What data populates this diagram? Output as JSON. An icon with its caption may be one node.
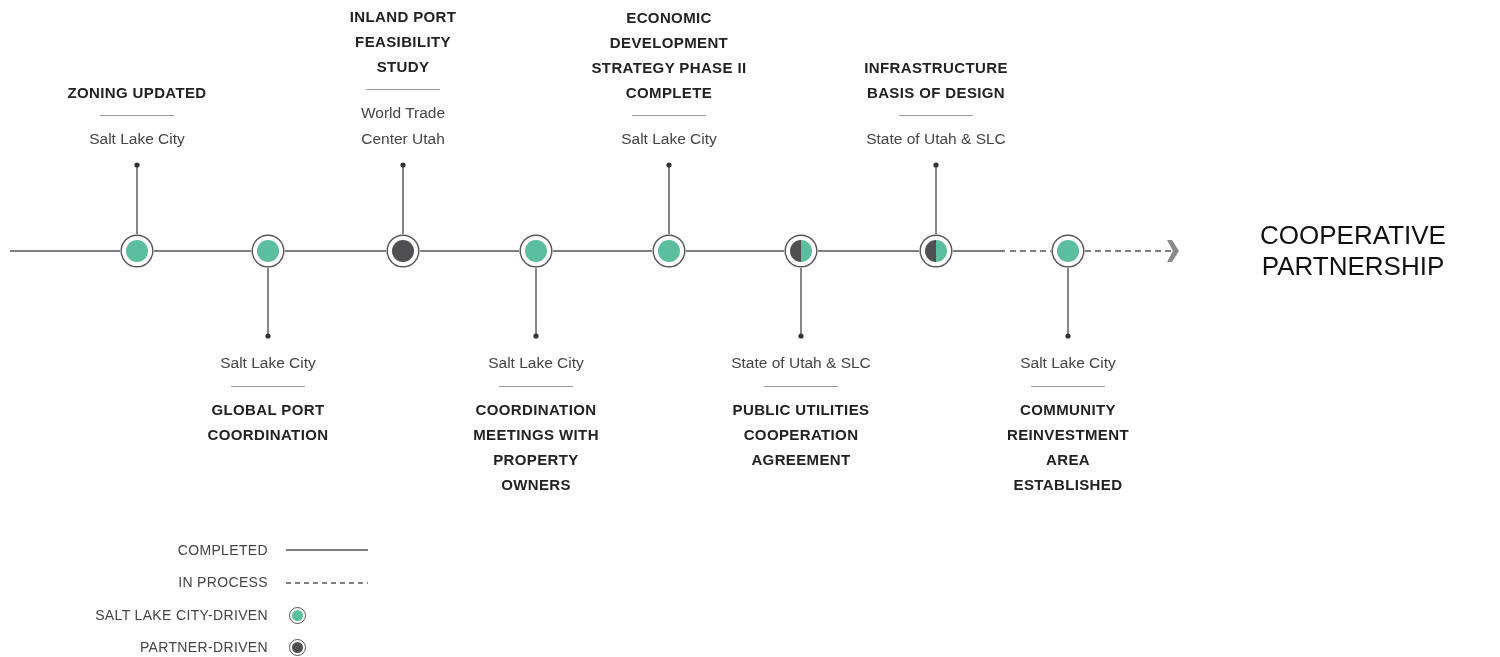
{
  "diagram": {
    "nodes": [
      {
        "text": [],
        "shape": "circle"
      },
      {
        "text": [
          "ZONING UPDATED",
          "Salt Lake City"
        ]
      },
      {
        "text": [],
        "shape": "circle"
      },
      {
        "text": [
          "Salt Lake City",
          "GLOBAL PORT COORDINATION"
        ]
      },
      {
        "text": [],
        "shape": "circle"
      },
      {
        "text": [
          "INLAND PORT FEASIBILITY STUDY",
          "World Trade Center Utah"
        ]
      },
      {
        "text": [],
        "shape": "circle"
      },
      {
        "text": [
          "Salt Lake City",
          "COORDINATION MEETINGS WITH PROPERTY OWNERS"
        ]
      },
      {
        "text": [],
        "shape": "circle"
      },
      {
        "text": [
          "ECONOMIC DEVELOPMENT STRATEGY PHASE II COMPLETE",
          "Salt Lake City"
        ]
      },
      {
        "text": [],
        "shape": "circle"
      },
      {
        "text": [
          "State of Utah & SLC",
          "PUBLIC UTILITIES COOPERATION AGREEMENT"
        ]
      },
      {
        "text": [],
        "shape": "circle"
      },
      {
        "text": [
          "INFRASTRUCTURE BASIS OF DESIGN",
          "State of Utah & SLC"
        ]
      },
      {
        "text": [],
        "shape": "circle"
      },
      {
        "text": [
          "Salt Lake City",
          "COMMUNITY REINVESTMENT AREA ESTABLISHED"
        ]
      },
      {
        "text": [
          "COOPERATIVE PARTNERSHIP"
        ]
      }
    ],
    "edges": [
      {
        "from": null,
        "to": 0,
        "arrow": "none"
      },
      {
        "from": 0,
        "to": 2,
        "arrow": "none"
      },
      {
        "from": 2,
        "to": 4,
        "arrow": "none"
      },
      {
        "from": 4,
        "to": 6,
        "arrow": "none"
      },
      {
        "from": 6,
        "to": 8,
        "arrow": "none"
      },
      {
        "from": 8,
        "to": 10,
        "arrow": "none"
      },
      {
        "from": 10,
        "to": 12,
        "arrow": "none"
      },
      {
        "from": 12,
        "to": 14,
        "arrow": "none",
        "style": "dashed"
      },
      {
        "from": 14,
        "to": 16,
        "arrow": "to",
        "style": "dashed"
      },
      {
        "from": 1,
        "to": 0,
        "arrow": "other"
      },
      {
        "from": 3,
        "to": 2,
        "arrow": "other"
      },
      {
        "from": 5,
        "to": 4,
        "arrow": "other"
      },
      {
        "from": 7,
        "to": 6,
        "arrow": "other"
      },
      {
        "from": 9,
        "to": 8,
        "arrow": "other"
      },
      {
        "from": 11,
        "to": 10,
        "arrow": "other"
      },
      {
        "from": 13,
        "to": 12,
        "arrow": "other"
      },
      {
        "from": 15,
        "to": 14,
        "arrow": "other"
      }
    ],
    "legend": [
      {
        "text": "COMPLETED"
      },
      {
        "text": "IN PROCESS"
      },
      {
        "text": "SALT LAKE CITY-DRIVEN",
        "color": "#5bbf9f"
      },
      {
        "text": "PARTNER-DRIVEN",
        "color": "#505052"
      }
    ]
  }
}
